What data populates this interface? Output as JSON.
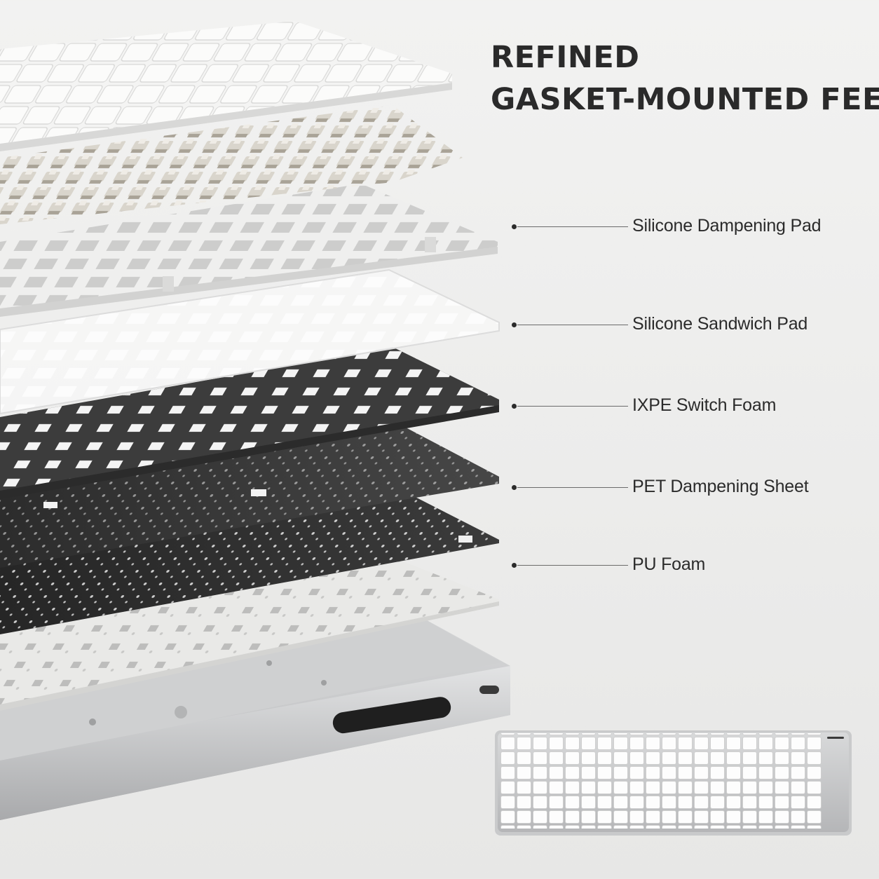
{
  "headline": {
    "line1": "REFINED",
    "line2": "GASKET-MOUNTED FEEL"
  },
  "callouts": [
    {
      "label": "Silicone Dampening Pad"
    },
    {
      "label": "Silicone Sandwich Pad"
    },
    {
      "label": "IXPE Switch Foam"
    },
    {
      "label": "PET Dampening Sheet"
    },
    {
      "label": "PU Foam"
    }
  ],
  "colors": {
    "background": "#eeeeed",
    "text": "#2a2a2a",
    "keycap": "#f6f6f5",
    "plate_white": "#f0f0ef",
    "silicone_clear": "#f4f4f4",
    "foam_dark": "#3a3a3a",
    "pet_dark": "#2f2f2f",
    "pu_foam": "#e7e7e5",
    "aluminum": "#c9cacb"
  }
}
